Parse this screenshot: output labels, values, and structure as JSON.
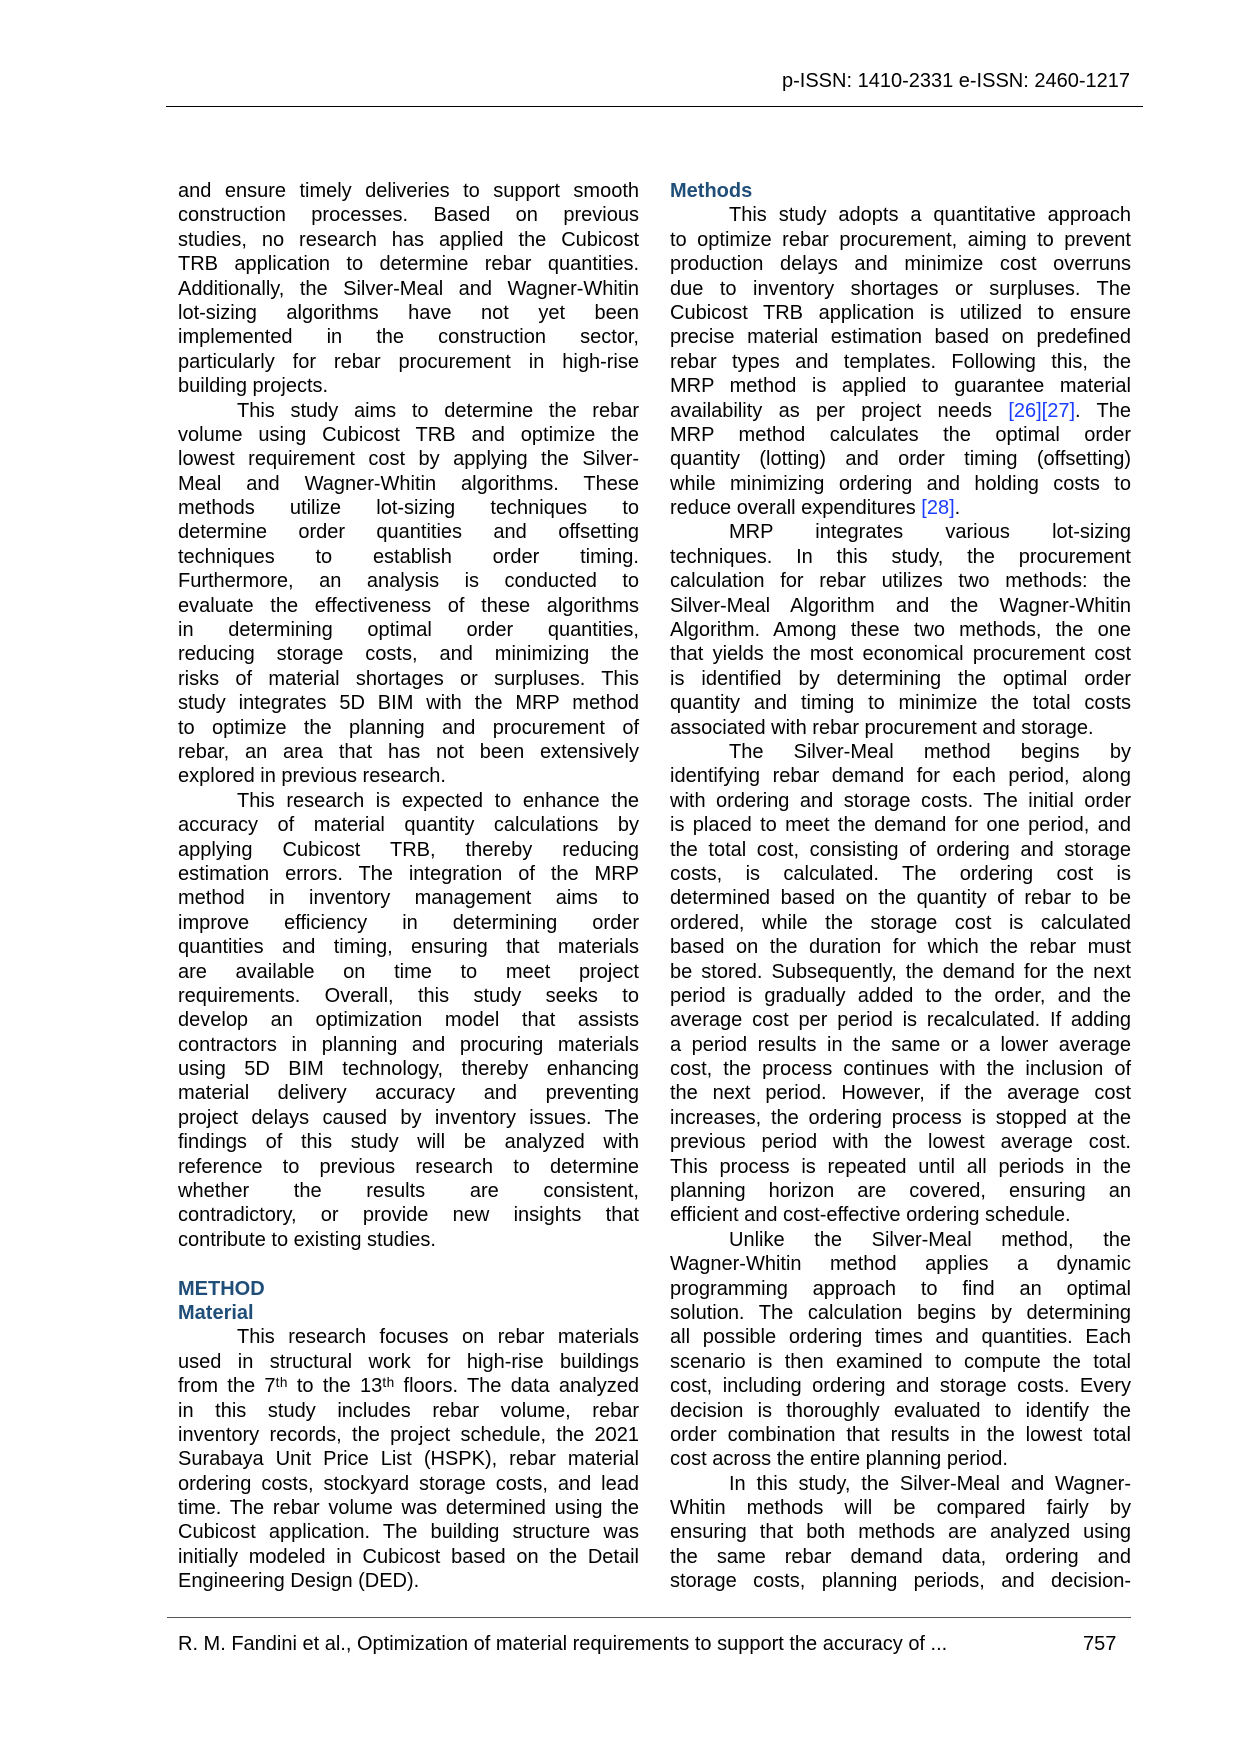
{
  "header": {
    "issn": "p-ISSN: 1410-2331  e-ISSN: 2460-1217"
  },
  "footer": {
    "citation": "R. M. Fandini et al., Optimization of material requirements to support the accuracy of ...",
    "page_number": "757"
  },
  "columns": {
    "left": [
      {
        "type": "para",
        "indent": false,
        "end": true,
        "lines": [
          "and ensure timely deliveries to support smooth",
          "construction processes. Based on previous",
          "studies, no research has applied the Cubicost",
          "TRB application to determine rebar quantities.",
          "Additionally, the Silver-Meal and Wagner-Whitin",
          "lot-sizing algorithms have not yet been",
          "implemented in the construction sector,",
          "particularly for rebar procurement in high-rise",
          "building projects."
        ]
      },
      {
        "type": "para",
        "indent": true,
        "end": true,
        "lines": [
          "This study aims to determine the rebar",
          "volume using Cubicost TRB and optimize the",
          "lowest requirement cost by applying the Silver-",
          "Meal and Wagner-Whitin algorithms. These",
          "methods utilize lot-sizing techniques to",
          "determine order quantities and offsetting",
          "techniques to establish order timing.",
          "Furthermore, an analysis is conducted to",
          "evaluate the effectiveness of these algorithms",
          "in determining optimal order quantities,",
          "reducing storage costs, and minimizing the",
          "risks of material shortages or surpluses. This",
          "study integrates 5D BIM with the MRP method",
          "to optimize the planning and procurement of",
          "rebar, an area that has not been extensively",
          "explored in previous research."
        ]
      },
      {
        "type": "para",
        "indent": true,
        "end": true,
        "lines": [
          "This research is expected to enhance the",
          "accuracy of material quantity calculations by",
          "applying Cubicost TRB, thereby reducing",
          "estimation errors. The integration of the MRP",
          "method in inventory management aims to",
          "improve efficiency in determining order",
          "quantities and timing, ensuring that materials",
          "are available on time to meet project",
          "requirements. Overall, this study seeks to",
          "develop an optimization model that assists",
          "contractors in planning and procuring materials",
          "using 5D BIM technology, thereby enhancing",
          "material delivery accuracy and preventing",
          "project delays caused by inventory issues. The",
          "findings of this study will be analyzed with",
          "reference to previous research to determine",
          "whether the results are consistent,",
          "contradictory, or provide new insights that",
          "contribute to existing studies."
        ]
      },
      {
        "type": "spacer"
      },
      {
        "type": "heading",
        "text": "METHOD"
      },
      {
        "type": "heading",
        "text": "Material"
      },
      {
        "type": "para",
        "indent": true,
        "end": true,
        "lines": [
          "This research focuses on rebar materials",
          "used in structural work for high-rise buildings",
          "from the 7ᵗʰ to the 13ᵗʰ floors. The data analyzed",
          "in this study includes rebar volume, rebar",
          "inventory records, the project schedule, the 2021",
          "Surabaya Unit Price List (HSPK), rebar material",
          "ordering costs, stockyard storage costs, and lead",
          "time. The rebar volume was determined using the",
          "Cubicost application. The building structure was",
          "initially modeled in Cubicost based on the Detail",
          "Engineering Design (DED)."
        ]
      }
    ],
    "right": [
      {
        "type": "heading",
        "text": "Methods"
      },
      {
        "type": "para",
        "indent": true,
        "end": true,
        "lines": [
          "This study adopts a quantitative approach",
          "to optimize rebar procurement, aiming to prevent",
          "production delays and minimize cost overruns",
          "due to inventory shortages or surpluses. The",
          "Cubicost TRB application is utilized to ensure",
          "precise material estimation based on predefined",
          "rebar types and templates. Following this, the",
          "MRP method is applied to guarantee material",
          [
            {
              "t": "availability as per project needs "
            },
            {
              "c": "[26]"
            },
            {
              "c": "[27]"
            },
            {
              "t": ". The"
            }
          ],
          "MRP method calculates the optimal order",
          "quantity (lotting) and order timing (offsetting)",
          "while minimizing ordering and holding costs to",
          [
            {
              "t": "reduce overall expenditures "
            },
            {
              "c": "[28]"
            },
            {
              "t": "."
            }
          ]
        ]
      },
      {
        "type": "para",
        "indent": true,
        "end": true,
        "lines": [
          "MRP integrates various lot-sizing",
          "techniques. In this study, the procurement",
          "calculation for rebar utilizes two methods: the",
          "Silver-Meal Algorithm and the Wagner-Whitin",
          "Algorithm. Among these two methods, the one",
          "that yields the most economical procurement cost",
          "is identified by determining the optimal order",
          "quantity and timing to minimize the total costs",
          "associated with rebar procurement and storage."
        ]
      },
      {
        "type": "para",
        "indent": true,
        "end": true,
        "lines": [
          "The Silver-Meal method begins by",
          "identifying rebar demand for each period, along",
          "with ordering and storage costs. The initial order",
          "is placed to meet the demand for one period, and",
          "the total cost, consisting of ordering and storage",
          "costs, is calculated. The ordering cost is",
          "determined based on the quantity of rebar to be",
          "ordered, while the storage cost is calculated",
          "based on the duration for which the rebar must",
          "be stored. Subsequently, the demand for the next",
          "period is gradually added to the order, and the",
          "average cost per period is recalculated. If adding",
          "a period results in the same or a lower average",
          "cost, the process continues with the inclusion of",
          "the next period. However, if the average cost",
          "increases, the ordering process is stopped at the",
          "previous period with the lowest average cost.",
          "This process is repeated until all periods in the",
          "planning horizon are covered, ensuring an",
          "efficient and cost-effective ordering schedule."
        ]
      },
      {
        "type": "para",
        "indent": true,
        "end": true,
        "lines": [
          "Unlike the Silver-Meal method, the",
          "Wagner-Whitin method applies a dynamic",
          "programming approach to find an optimal",
          "solution. The calculation begins by determining",
          "all possible ordering times and quantities. Each",
          "scenario is then examined to compute the total",
          "cost, including ordering and storage costs. Every",
          "decision is thoroughly evaluated to identify the",
          "order combination that results in the lowest total",
          "cost across the entire planning period."
        ]
      },
      {
        "type": "para",
        "indent": true,
        "end": false,
        "lines": [
          "In this study, the Silver-Meal and Wagner-",
          "Whitin methods will be compared fairly by",
          "ensuring that both methods are analyzed using",
          "the same rebar demand data, ordering and",
          "storage costs, planning periods, and decision-"
        ]
      }
    ]
  }
}
